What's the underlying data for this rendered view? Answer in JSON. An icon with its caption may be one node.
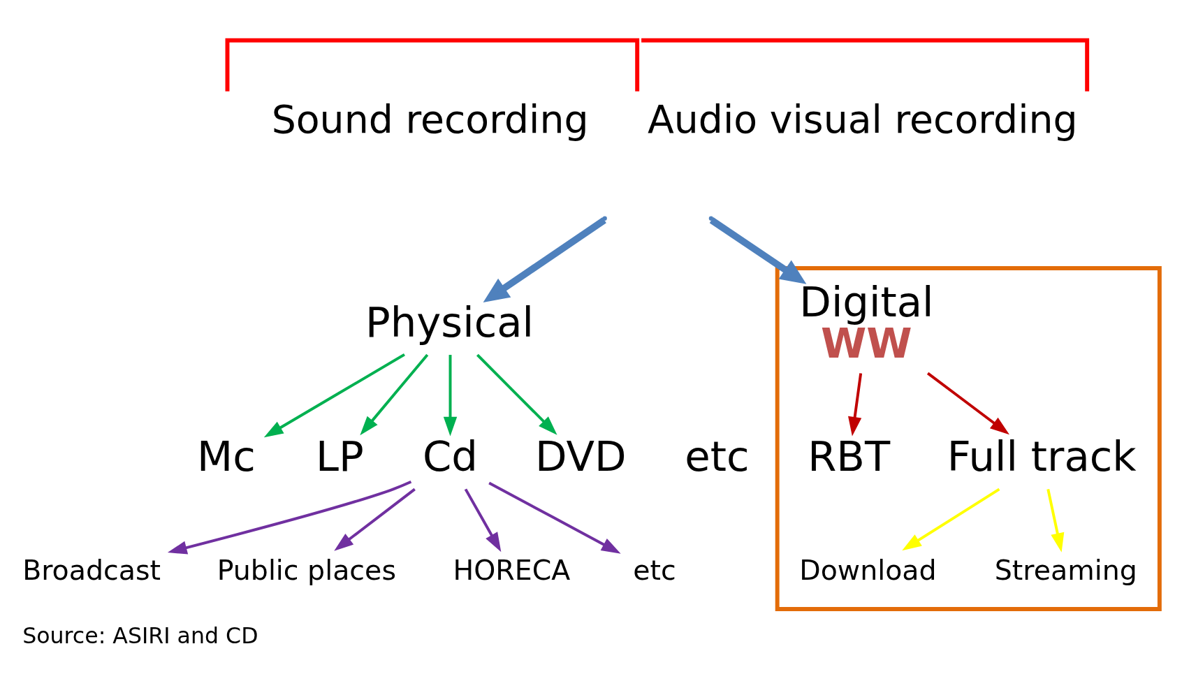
{
  "diagram": {
    "caption": "Source: ASIRI and CD",
    "nodes": [
      {
        "text": [
          "Physical"
        ]
      },
      {
        "text": [
          "Mc"
        ]
      },
      {
        "text": [
          "LP"
        ]
      },
      {
        "text": [
          "Cd"
        ]
      },
      {
        "text": [
          "DVD"
        ]
      },
      {
        "text": [
          "Broadcast"
        ]
      },
      {
        "text": [
          "Public places"
        ]
      },
      {
        "text": [
          "HORECA"
        ]
      },
      {
        "text": [
          "etc"
        ]
      },
      {
        "text": [],
        "shape": "box"
      },
      {
        "text": [
          "Digital",
          "WW"
        ],
        "in": 9
      },
      {
        "text": [
          "RBT"
        ],
        "in": 9
      },
      {
        "text": [
          "Full track"
        ],
        "in": 9
      },
      {
        "text": [
          "Download"
        ],
        "in": 9
      },
      {
        "text": [
          "Streaming"
        ],
        "in": 9
      }
    ],
    "edges": [
      {
        "from": null,
        "to": 0,
        "arrow": "to",
        "style": "thick",
        "color": "#4f81bd"
      },
      {
        "from": null,
        "to": 10,
        "arrow": "to",
        "style": "thick",
        "color": "#4f81bd"
      },
      {
        "from": 0,
        "to": 1,
        "arrow": "to",
        "color": "#00b050"
      },
      {
        "from": 0,
        "to": 2,
        "arrow": "to",
        "color": "#00b050"
      },
      {
        "from": 0,
        "to": 3,
        "arrow": "to",
        "color": "#00b050"
      },
      {
        "from": 0,
        "to": 4,
        "arrow": "to",
        "color": "#00b050"
      },
      {
        "from": 3,
        "to": 5,
        "arrow": "to",
        "color": "#7030a0"
      },
      {
        "from": 3,
        "to": 6,
        "arrow": "to",
        "color": "#7030a0"
      },
      {
        "from": 3,
        "to": 7,
        "arrow": "to",
        "color": "#7030a0"
      },
      {
        "from": 3,
        "to": 8,
        "arrow": "to",
        "color": "#7030a0"
      },
      {
        "from": 10,
        "to": 11,
        "arrow": "to",
        "color": "#c00000"
      },
      {
        "from": 10,
        "to": 12,
        "arrow": "to",
        "color": "#c00000"
      },
      {
        "from": 12,
        "to": 13,
        "arrow": "to",
        "color": "#ffff00"
      },
      {
        "from": 12,
        "to": 14,
        "arrow": "to",
        "color": "#ffff00"
      }
    ],
    "labels": [
      "Sound recording",
      "Audio visual recording",
      "etc"
    ]
  }
}
